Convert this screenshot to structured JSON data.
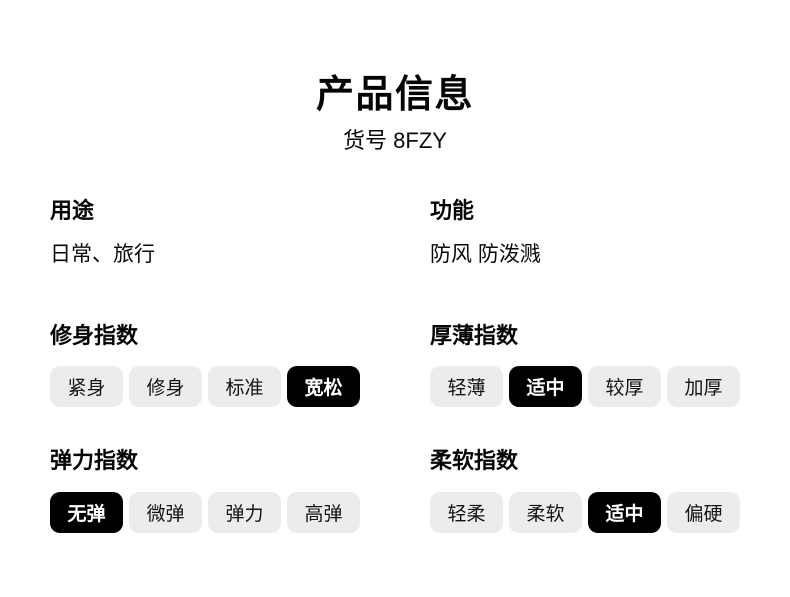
{
  "page": {
    "title": "产品信息",
    "item_label": "货号 8FZY"
  },
  "colors": {
    "background": "#ffffff",
    "text": "#111111",
    "chip_bg": "#ececec",
    "chip_selected_bg": "#000000",
    "chip_selected_text": "#ffffff"
  },
  "info": [
    {
      "label": "用途",
      "value": "日常、旅行"
    },
    {
      "label": "功能",
      "value": "防风 防泼溅"
    }
  ],
  "indices": [
    {
      "label": "修身指数",
      "options": [
        {
          "label": "紧身",
          "selected": false
        },
        {
          "label": "修身",
          "selected": false
        },
        {
          "label": "标准",
          "selected": false
        },
        {
          "label": "宽松",
          "selected": true
        }
      ]
    },
    {
      "label": "厚薄指数",
      "options": [
        {
          "label": "轻薄",
          "selected": false
        },
        {
          "label": "适中",
          "selected": true
        },
        {
          "label": "较厚",
          "selected": false
        },
        {
          "label": "加厚",
          "selected": false
        }
      ]
    },
    {
      "label": "弹力指数",
      "options": [
        {
          "label": "无弹",
          "selected": true
        },
        {
          "label": "微弹",
          "selected": false
        },
        {
          "label": "弹力",
          "selected": false
        },
        {
          "label": "高弹",
          "selected": false
        }
      ]
    },
    {
      "label": "柔软指数",
      "options": [
        {
          "label": "轻柔",
          "selected": false
        },
        {
          "label": "柔软",
          "selected": false
        },
        {
          "label": "适中",
          "selected": true
        },
        {
          "label": "偏硬",
          "selected": false
        }
      ]
    }
  ]
}
